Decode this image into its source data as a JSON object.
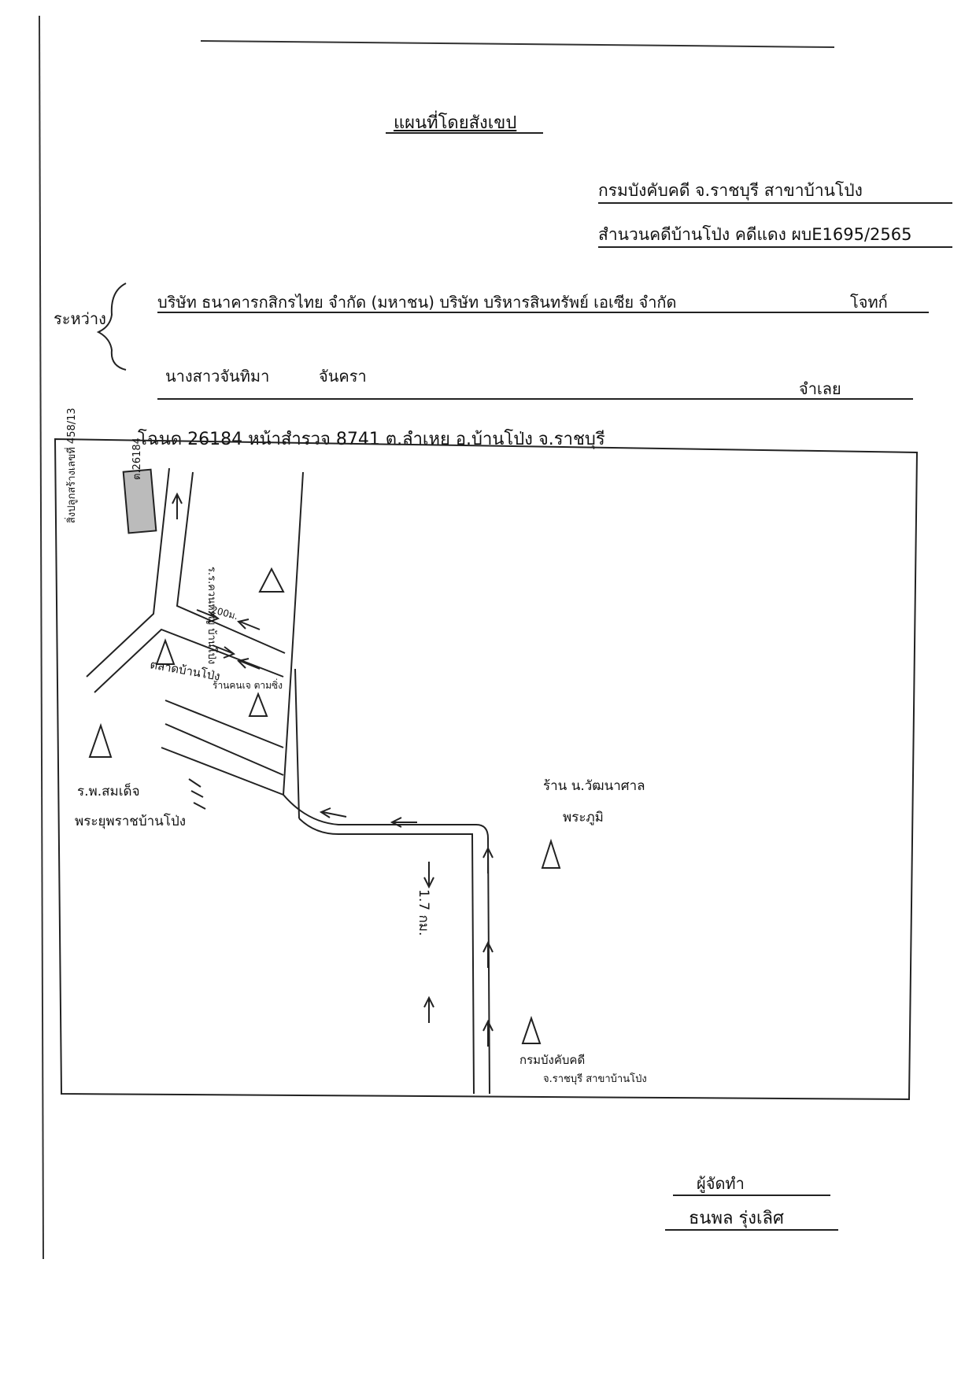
{
  "header": {
    "title": "แผนที่โดยสังเขป",
    "recipient": "กรมบังคับคดี จ.ราชบุรี สาขาบ้านโป่ง",
    "case_ref": "สำนวนคดีบ้านโป่ง คดีแดง ผบE1695/2565"
  },
  "parties": {
    "label": "ระหว่าง",
    "plaintiff": "บริษัท ธนาคารกสิกรไทย จำกัด (มหาชน) บริษัท บริหารสินทรัพย์ เอเซีย จำกัด",
    "plaintiff_role": "โจทก์",
    "defendant": "นางสาวจันทิมา",
    "defendant_surname": "จันครา",
    "defendant_role": "จำเลย"
  },
  "deed": {
    "line": "โฉนด 26184 หน้าสำรวจ 8741 ต.ลำเหย อ.บ้านโป่ง จ.ราชบุรี"
  },
  "map": {
    "parcel_label": "ต.26184",
    "house_no_label": "สิ่งปลูกสร้างเลขที่ 458/13",
    "school_top": "ร.ร.ควนหาญ บ้านโป่ง",
    "distance_top": "200ม.",
    "market": "ตลาดบ้านโป่ง",
    "shop_lane": "ร้านคนเจ ตามซิ่ง",
    "temple": "ร.พ.สมเด็จ",
    "temple_sub": "พระยุพราชบ้านโป่ง",
    "shop_right": "ร้าน น.วัฒนาศาล",
    "shop_right_sub": "พระภูมิ",
    "distance_road": "1.7 กม.",
    "office": "กรมบังคับคดี",
    "office_sub": "จ.ราชบุรี สาขาบ้านโป่ง"
  },
  "signature": {
    "role": "ผู้จัดทำ",
    "name": "ธนพล รุ่งเลิศ"
  }
}
